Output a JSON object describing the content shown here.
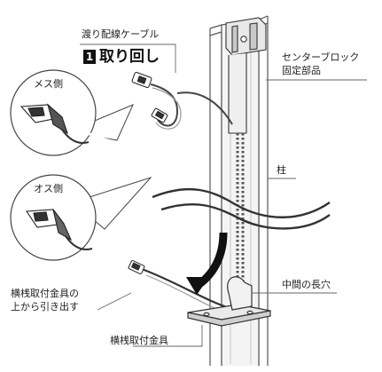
{
  "labels": {
    "cable": "渡り配線ケーブル",
    "step_number": "1",
    "step_title": "取り回し",
    "female": "メス側",
    "male": "オス側",
    "center_block_line1": "センターブロック",
    "center_block_line2": "固定部品",
    "pillar": "柱",
    "pull_out_line1": "横桟取付金具の",
    "pull_out_line2": "上から引き出す",
    "middle_slot": "中間の長穴",
    "bracket": "横桟取付金具"
  }
}
